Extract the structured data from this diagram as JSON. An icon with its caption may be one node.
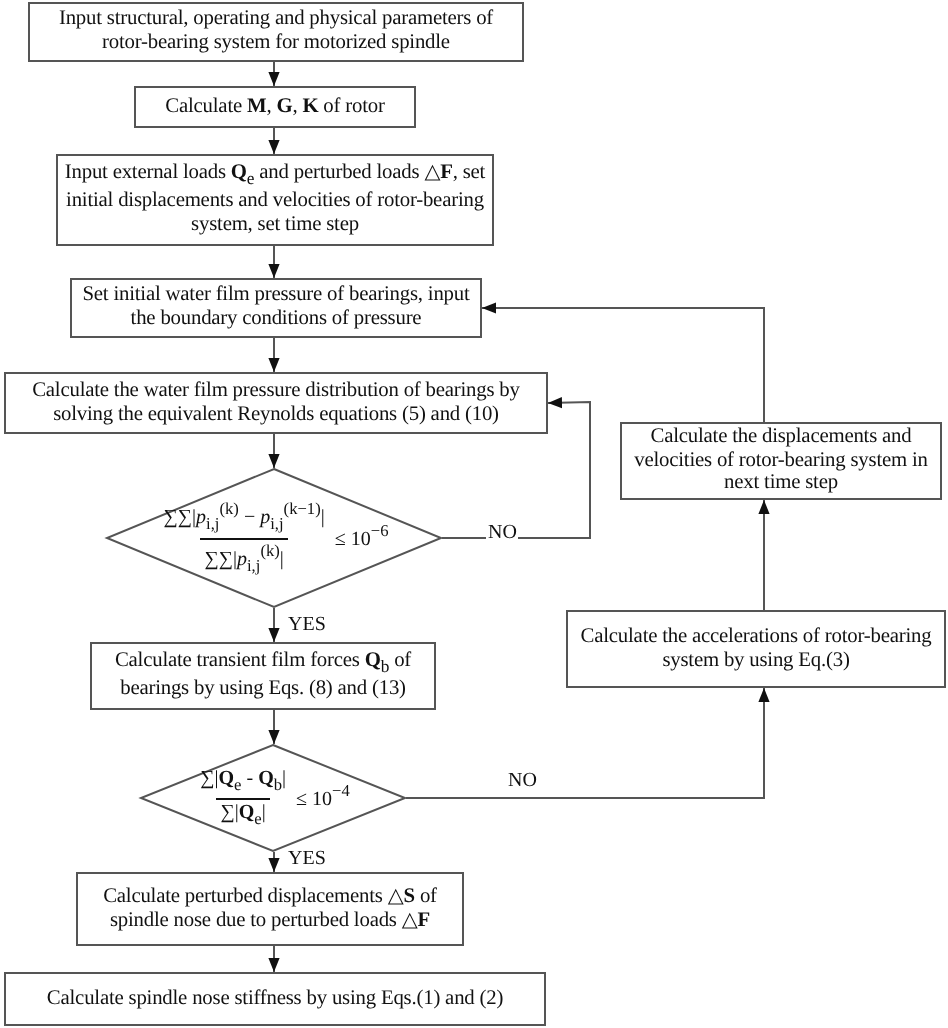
{
  "diagram": {
    "nodes": [
      {
        "text": [
          "Input structural, operating and physical parameters of rotor-bearing system for motorized spindle"
        ]
      },
      {
        "text": [
          "Calculate **M**, **G**, **K** of rotor"
        ]
      },
      {
        "text": [
          "Input external loads **Q**$_{e}$ and perturbed loads △**F**, set initial displacements and velocities of rotor-bearing system, set time step"
        ]
      },
      {
        "text": [
          "Set initial water film pressure of bearings, input the boundary conditions of pressure"
        ]
      },
      {
        "text": [
          "Calculate the water film pressure distribution of bearings by solving the equivalent Reynolds equations (5) and (10)"
        ]
      },
      {
        "text": [
          "∑∑|*p*$_{i,j}$$^{(k)}$ − *p*$_{i,j}$$^{(k−1)}$|",
          "∑∑|*p*$_{i,j}$$^{(k)}$|",
          "≤ 10$^{−6}$"
        ]
      },
      {
        "text": [
          "Calculate transient film forces **Q**$_{b}$ of bearings by using Eqs. (8) and (13)"
        ]
      },
      {
        "text": [
          "∑|**Q**$_{e}$ - **Q**$_{b}$|",
          "∑|**Q**$_{e}$|",
          "≤ 10$^{−4}$"
        ]
      },
      {
        "text": [
          "Calculate perturbed displacements △**S** of spindle nose due to perturbed  loads △**F**"
        ]
      },
      {
        "text": [
          "Calculate spindle nose stiffness by using Eqs.(1) and (2)"
        ]
      },
      {
        "text": [
          "Calculate the accelerations of rotor-bearing system by using Eq.(3)"
        ]
      },
      {
        "text": [
          "Calculate the displacements and velocities of rotor-bearing system in next time step"
        ]
      }
    ],
    "edges": [
      {
        "from": 0,
        "to": 1,
        "arrow": "to"
      },
      {
        "from": 1,
        "to": 2,
        "arrow": "to"
      },
      {
        "from": 2,
        "to": 3,
        "arrow": "to"
      },
      {
        "from": 3,
        "to": 4,
        "arrow": "to"
      },
      {
        "from": 4,
        "to": 5,
        "arrow": "to"
      },
      {
        "from": 5,
        "to": 4,
        "arrow": "to",
        "label": "NO"
      },
      {
        "from": 5,
        "to": 6,
        "arrow": "to",
        "label": "YES"
      },
      {
        "from": 6,
        "to": 7,
        "arrow": "to"
      },
      {
        "from": 7,
        "to": 8,
        "arrow": "to",
        "label": "YES"
      },
      {
        "from": 8,
        "to": 9,
        "arrow": "to"
      },
      {
        "from": 7,
        "to": 10,
        "arrow": "to",
        "label": "NO"
      },
      {
        "from": 10,
        "to": 11,
        "arrow": "to"
      },
      {
        "from": 11,
        "to": 3,
        "arrow": "to"
      }
    ]
  }
}
